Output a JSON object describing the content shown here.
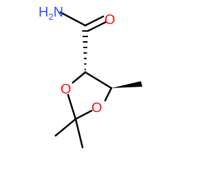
{
  "molecule": {
    "atoms": {
      "amide_nitrogen": {
        "label": "H",
        "subscript": "2",
        "suffix": "N",
        "color": "#3050F8"
      },
      "carbonyl_oxygen": {
        "label": "O",
        "color": "#FF0D0D"
      },
      "ring_oxygen_left": {
        "label": "O",
        "color": "#FF0D0D"
      },
      "ring_oxygen_right": {
        "label": "O",
        "color": "#FF0D0D"
      }
    },
    "bond_color": "#000000",
    "background": "#FFFFFF"
  }
}
